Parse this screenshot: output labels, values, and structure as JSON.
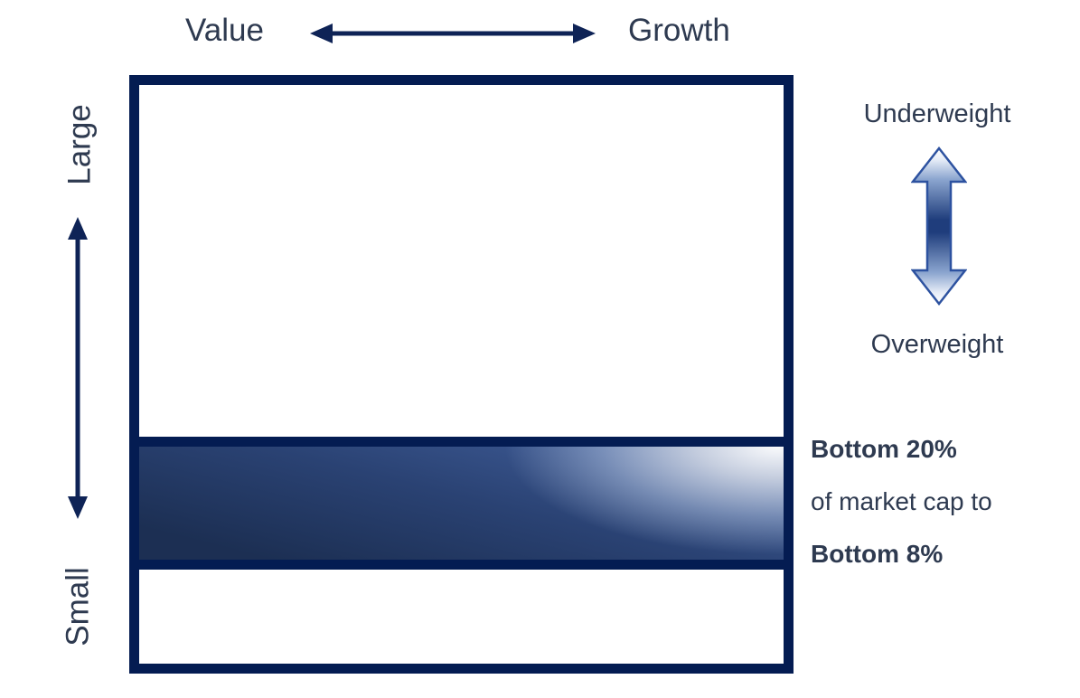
{
  "top_axis": {
    "left_label": "Value",
    "right_label": "Growth"
  },
  "left_axis": {
    "top_label": "Large",
    "bottom_label": "Small"
  },
  "style_box": {
    "regions": [
      {
        "name": "large-cap-region",
        "highlighted": false
      },
      {
        "name": "highlighted-band-region",
        "highlighted": true
      },
      {
        "name": "small-cap-region",
        "highlighted": false
      }
    ]
  },
  "weight_legend": {
    "top_label": "Underweight",
    "bottom_label": "Overweight"
  },
  "band_annotation": {
    "line1": "Bottom 20%",
    "line2": "of market cap to",
    "line3": "Bottom 8%"
  },
  "icons": {
    "top_axis_arrow": "left-right-arrow-icon",
    "left_axis_arrow": "up-down-arrow-icon",
    "weight_arrow": "up-down-3d-gradient-arrow-icon"
  },
  "colors": {
    "border_navy": "#041c52",
    "arrow_navy": "#0e2356",
    "text_color": "#2e3a50",
    "band_dark": "#1c2f53",
    "band_mid": "#2a4273",
    "band_light": "#47639c",
    "band_highlight": "#ffffff",
    "arrow3d_outline": "#2d52a0",
    "arrow3d_dark": "#1f3d7c",
    "arrow3d_light": "#ffffff"
  }
}
